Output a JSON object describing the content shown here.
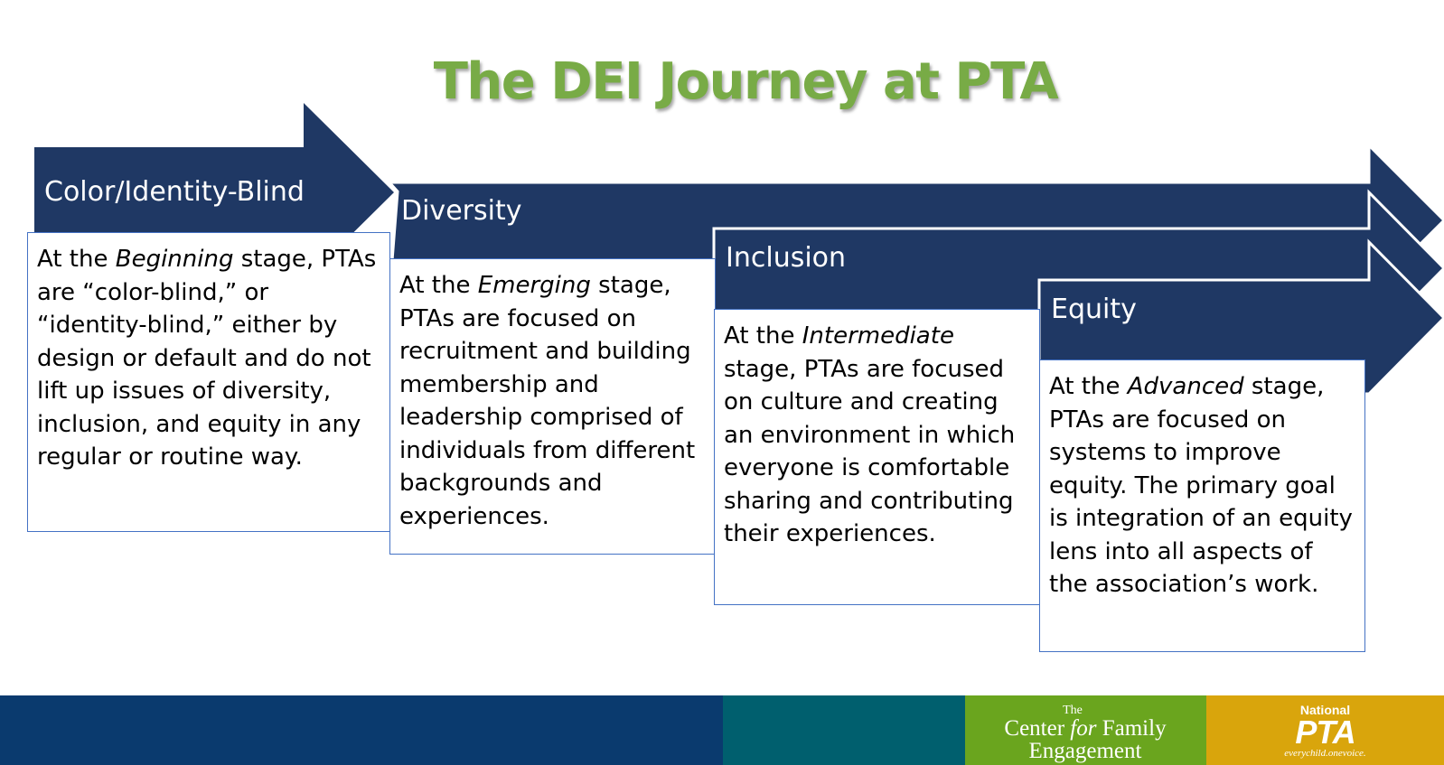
{
  "title": "The DEI Journey at PTA",
  "colors": {
    "title": "#78ab46",
    "arrow": "#1f3864",
    "box_border": "#4472c4",
    "footer_navy": "#0a3a6e",
    "footer_teal": "#005f6e",
    "footer_green": "#6aa51e",
    "footer_gold": "#d9a50c"
  },
  "stages": [
    {
      "label": "Color/Identity-Blind",
      "pre": "At the ",
      "emph": "Beginning",
      "post": " stage, PTAs are “color-blind,” or “identity-blind,” either by design or default and do not lift up issues of diversity, inclusion, and equity in any regular or routine way."
    },
    {
      "label": "Diversity",
      "pre": "At the ",
      "emph": "Emerging",
      "post": " stage, PTAs are focused on recruitment and building membership and leadership comprised of individuals from different backgrounds and experiences."
    },
    {
      "label": "Inclusion",
      "pre": "At the ",
      "emph": "Intermediate",
      "post": " stage, PTAs are focused on culture and creating an environment in which everyone is comfortable sharing and contributing their experiences."
    },
    {
      "label": "Equity",
      "pre": "At the ",
      "emph": "Advanced",
      "post": " stage, PTAs are focused on systems to improve equity. The primary goal is integration of an equity lens into all aspects of the association’s work."
    }
  ],
  "footer": {
    "cfe_the": "The",
    "cfe_center": "Center ",
    "cfe_for": "for",
    "cfe_family": " Family",
    "cfe_engagement": "Engagement",
    "pta_national": "National",
    "pta_logo": "PTA",
    "pta_tagline": "everychild.onevoice."
  }
}
